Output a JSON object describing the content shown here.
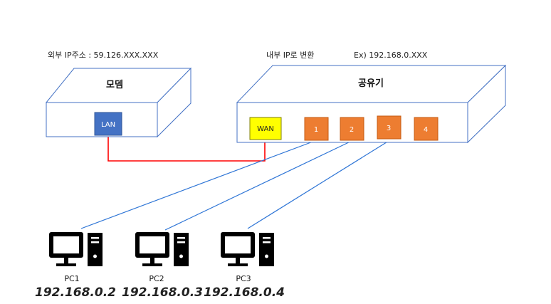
{
  "notes": {
    "external_ip": "외부 IP주소 : 59.126.XXX.XXX",
    "internal_ip_label": "내부 IP로 변환",
    "internal_ip_example": "Ex) 192.168.0.XXX"
  },
  "modem": {
    "title": "모뎀",
    "lan_port_label": "LAN",
    "lan_port_color": "#4472C4"
  },
  "router": {
    "title": "공유기",
    "wan_port_label": "WAN",
    "wan_port_color": "#FFFF00",
    "port_color": "#ED7D31",
    "ports": [
      "1",
      "2",
      "3",
      "4"
    ]
  },
  "colors": {
    "box_outline": "#4472C4",
    "lan_cable": "#FF0000",
    "pc_cable": "#2E75D6",
    "pc_icon": "#000000"
  },
  "pcs": [
    {
      "name": "PC1",
      "ip": "192.168.0.2",
      "icon": "desktop-computer-icon"
    },
    {
      "name": "PC2",
      "ip": "192.168.0.3",
      "icon": "desktop-computer-icon"
    },
    {
      "name": "PC3",
      "ip": "192.168.0.4",
      "icon": "desktop-computer-icon"
    }
  ]
}
